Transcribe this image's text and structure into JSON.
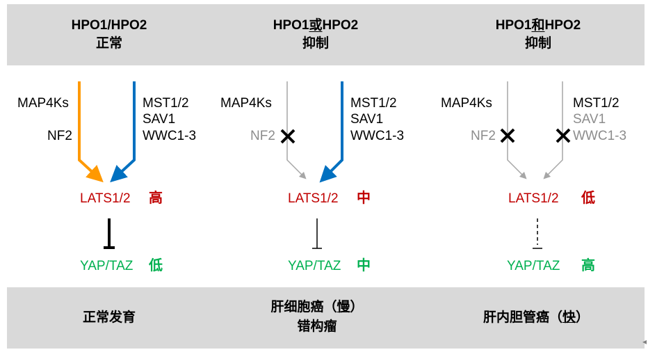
{
  "colors": {
    "header_bg": "#d9d9d9",
    "map4k_arrow": "#ff9900",
    "mst_arrow": "#0070c0",
    "inactive": "#a6a6a6",
    "lats": "#c00000",
    "yap": "#00b050"
  },
  "panels": [
    {
      "header": {
        "line1_pre": "HPO1/HPO2",
        "line1_mid": "",
        "line1_post": "",
        "line2": "正常"
      },
      "left_labels": [
        "MAP4Ks",
        "NF2"
      ],
      "right_labels": [
        "MST1/2",
        "SAV1",
        "WWC1-3"
      ],
      "lats": {
        "label": "LATS1/2",
        "level": "高"
      },
      "yap": {
        "label": "YAP/TAZ",
        "level": "低"
      },
      "footer": [
        "正常发育"
      ]
    },
    {
      "header": {
        "line1_pre": "HPO1",
        "line1_mid": "或",
        "line1_post": "HPO2",
        "line2": "抑制"
      },
      "left_labels": [
        "MAP4Ks",
        "NF2"
      ],
      "right_labels": [
        "MST1/2",
        "SAV1",
        "WWC1-3"
      ],
      "lats": {
        "label": "LATS1/2",
        "level": "中"
      },
      "yap": {
        "label": "YAP/TAZ",
        "level": "中"
      },
      "footer_pre": "肝细胞癌（",
      "footer_mid": "慢",
      "footer_post": "）",
      "footer_line2": "错构瘤"
    },
    {
      "header": {
        "line1_pre": "HPO1",
        "line1_mid": "和",
        "line1_post": "HPO2",
        "line2": "抑制"
      },
      "left_labels": [
        "MAP4Ks",
        "NF2"
      ],
      "right_labels": [
        "MST1/2",
        "SAV1",
        "WWC1-3"
      ],
      "lats": {
        "label": "LATS1/2",
        "level": "低"
      },
      "yap": {
        "label": "YAP/TAZ",
        "level": "高"
      },
      "footer_pre": "肝内胆管癌（",
      "footer_mid": "快",
      "footer_post": "）"
    }
  ],
  "blocked_mark": "✕"
}
